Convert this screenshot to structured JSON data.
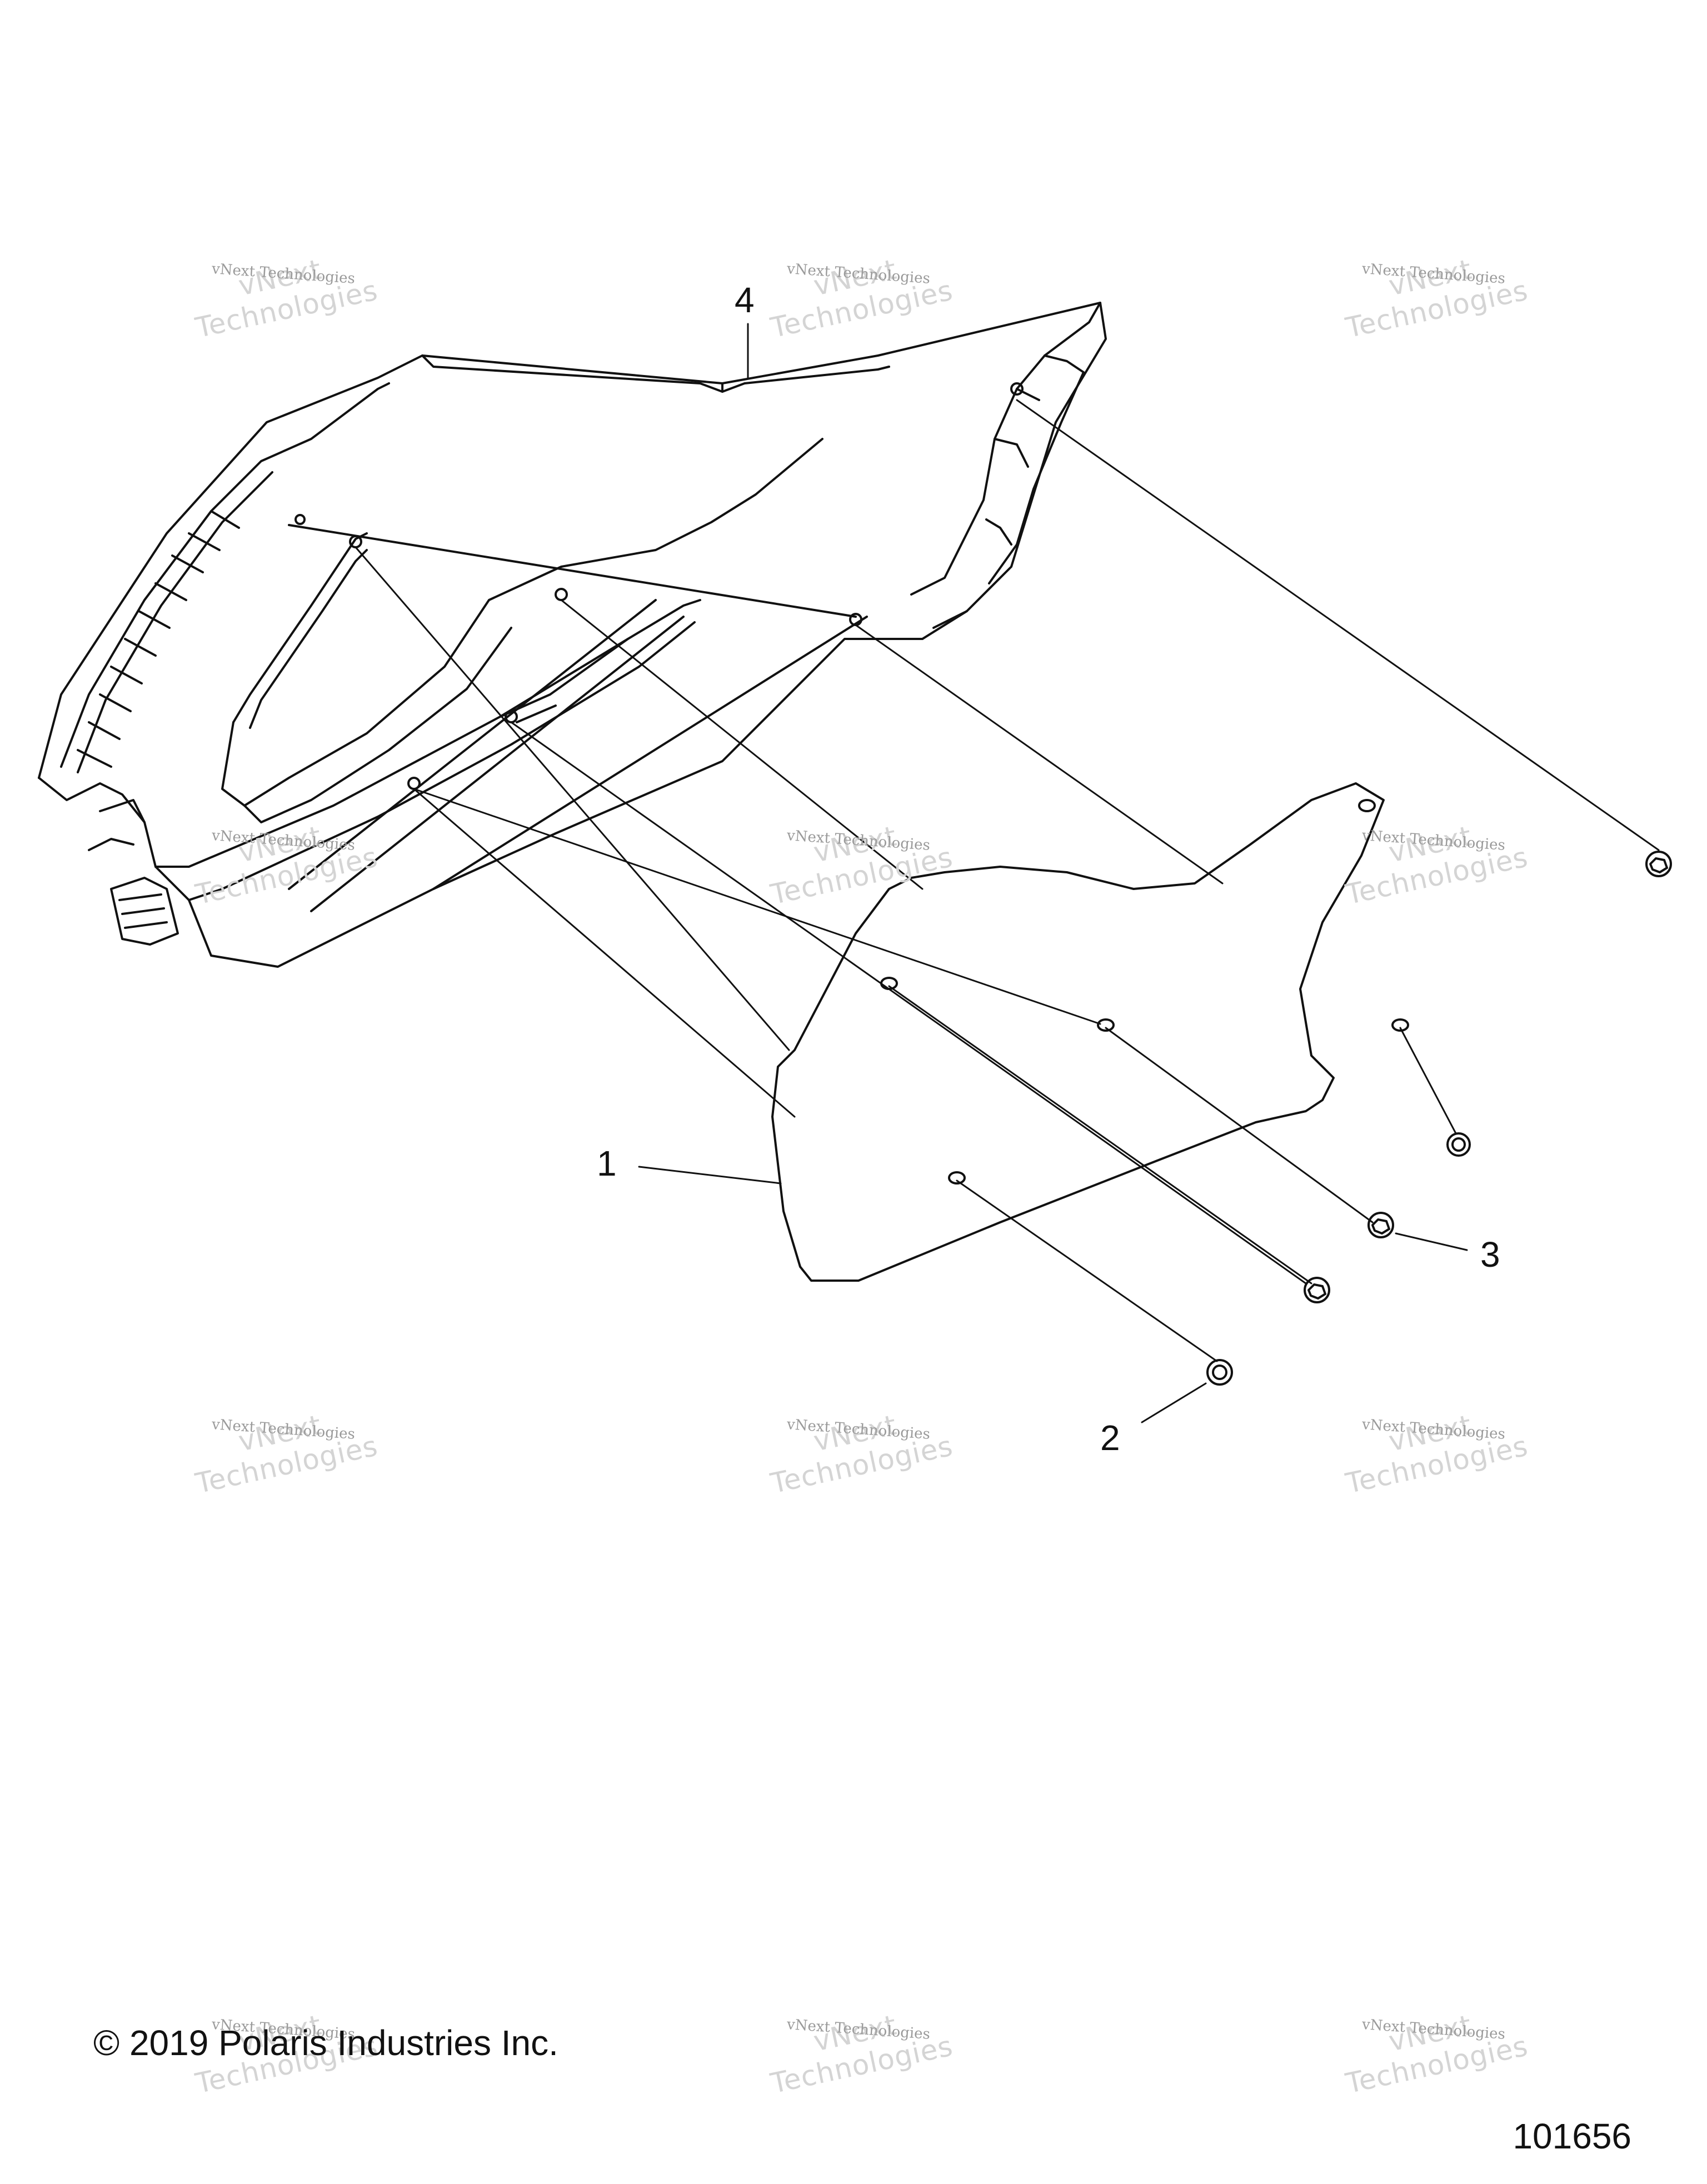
{
  "callouts": {
    "part_1": "1",
    "part_2": "2",
    "part_3": "3",
    "part_4": "4"
  },
  "footer": {
    "copyright": "© 2019 Polaris Industries Inc.",
    "drawing_number": "101656"
  },
  "watermark": {
    "line_small": "vNext Technologies",
    "line_large": "vNext Technologies"
  },
  "colors": {
    "line": "#111111",
    "watermark": "#c8c8c8"
  }
}
